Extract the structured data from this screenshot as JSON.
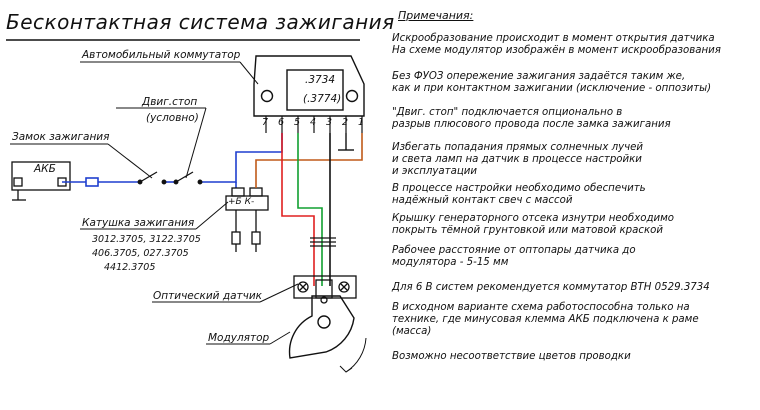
{
  "title": "Бесконтактная система зажигания",
  "notes_title": "Примечания:",
  "notes": [
    "Искрообразование происходит в момент открытия датчика\nНа схеме модулятор изображён в момент искрообразования",
    "Без ФУОЗ опережение зажигания задаётся таким же,\nкак и при контактном зажигании (исключение - оппозиты)",
    "\"Двиг. стоп\" подключается опционально в\nразрыв плюсового провода после замка зажигания",
    "Избегать попадания прямых солнечных лучей\nи света ламп на датчик в процессе настройки\nи эксплуатации",
    "В процессе настройки необходимо обеспечить\nнадёжный контакт свеч с массой",
    "Крышку генераторного отсека изнутри необходимо\nпокрыть тёмной грунтовкой или матовой краской",
    "Рабочее расстояние от оптопары датчика до\nмодулятора - 5-15 мм",
    "Для 6 В систем рекомендуется коммутатор ВТН 0529.3734",
    "В исходном варианте схема работоспособна только на\nтехнике, где минусовая клемма АКБ подключена к раме\n(масса)",
    "Возможно несоответствие цветов проводки"
  ],
  "labels": {
    "commutator": "Автомобильный коммутатор",
    "commutator_model_1": ".3734",
    "commutator_model_2": "(.3774)",
    "engine_stop_1": "Двиг.стоп",
    "engine_stop_2": "(условно)",
    "ignition_lock": "Замок зажигания",
    "battery": "АКБ",
    "coil": "Катушка зажигания",
    "coil_terminals": "+Б К-",
    "coil_models": [
      "3012.3705, 3122.3705",
      "406.3705, 027.3705",
      "4412.3705"
    ],
    "sensor": "Оптический датчик",
    "modulator": "Модулятор"
  },
  "commutator_pins": [
    "7",
    "6",
    "5",
    "4",
    "3",
    "2",
    "1"
  ],
  "colors": {
    "blue": "#1f3fcf",
    "red": "#e02020",
    "green": "#10a030",
    "brown": "#c05a18",
    "black": "#111111"
  }
}
